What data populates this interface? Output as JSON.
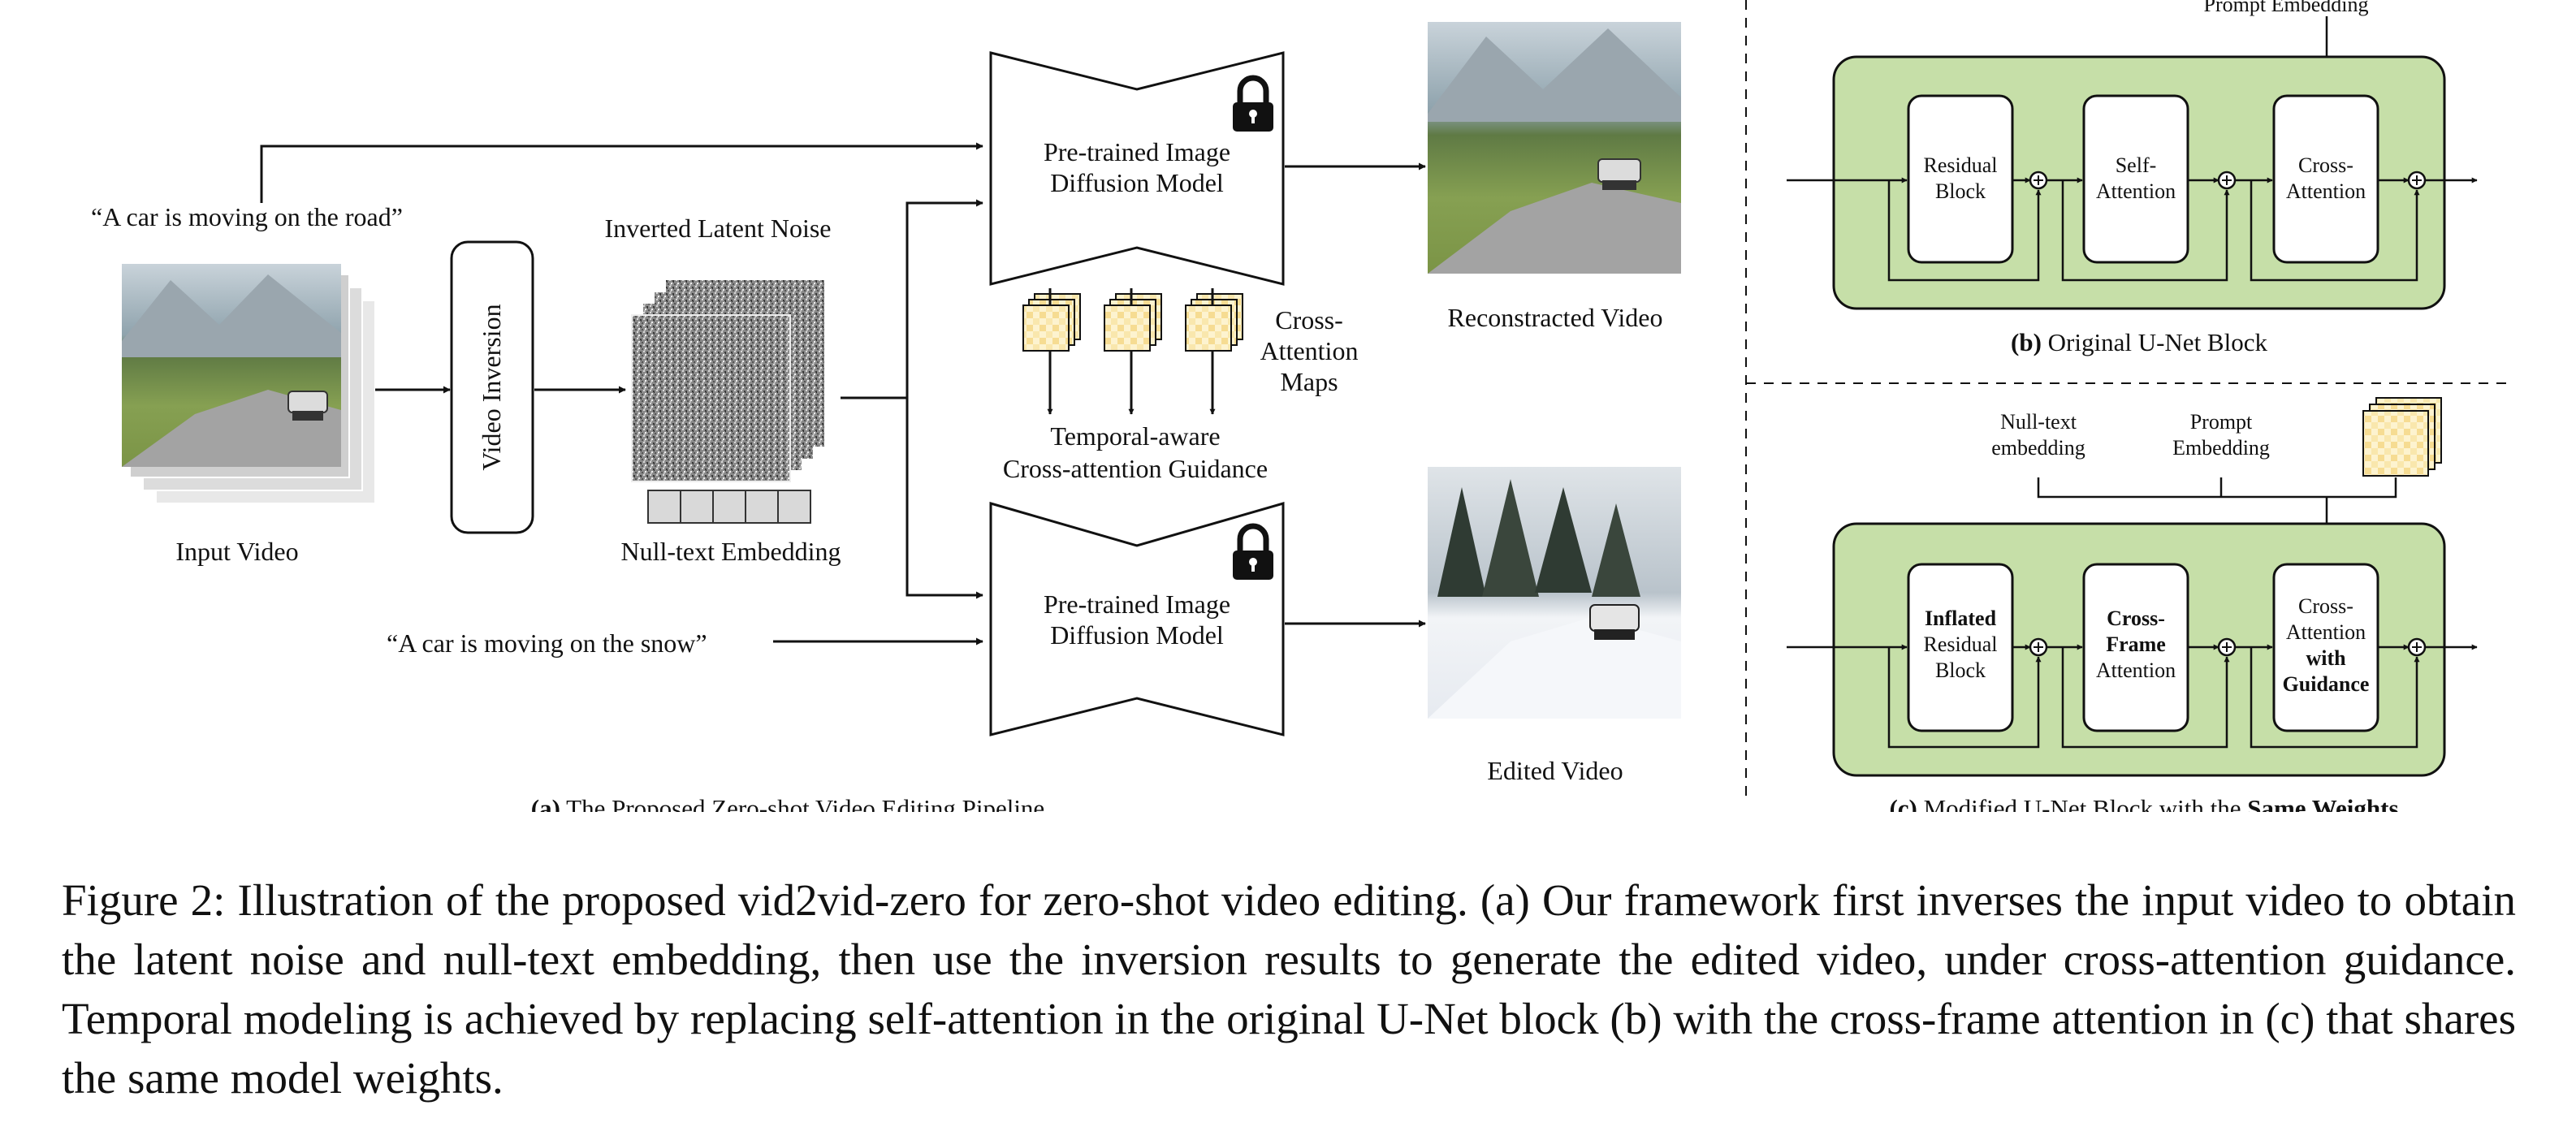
{
  "pipeline": {
    "prompt_source": "“A car is moving on the road”",
    "prompt_target": "“A car is moving on the snow”",
    "input_video_label": "Input Video",
    "video_inversion_label": "Video Inversion",
    "inverted_noise_label": "Inverted Latent Noise",
    "null_text_label": "Null-text Embedding",
    "model_line1": "Pre-trained Image",
    "model_line2": "Diffusion Model",
    "cross_attention_maps": [
      "Cross-",
      "Attention",
      "Maps"
    ],
    "guidance_line1": "Temporal-aware",
    "guidance_line2": "Cross-attention Guidance",
    "reconstructed_label": "Reconstracted Video",
    "edited_label": "Edited Video",
    "caption_tag": "(a)",
    "caption_text": " The Proposed Zero-shot Video Editing Pipeline"
  },
  "original_block": {
    "prompt_embedding": "Prompt Embedding",
    "residual": [
      "Residual",
      "Block"
    ],
    "self_attention": [
      "Self-",
      "Attention"
    ],
    "cross_attention": [
      "Cross-",
      "Attention"
    ],
    "caption_tag": "(b)",
    "caption_text": " Original U-Net Block"
  },
  "modified_block": {
    "null_text": [
      "Null-text",
      "embedding"
    ],
    "prompt": [
      "Prompt",
      "Embedding"
    ],
    "residual_bold": "Inflated",
    "residual": [
      "Residual",
      "Block"
    ],
    "crossframe_bold": [
      "Cross-",
      "Frame"
    ],
    "crossframe": "Attention",
    "crossattn": [
      "Cross-",
      "Attention"
    ],
    "crossattn_bold": [
      "with",
      "Guidance"
    ],
    "caption_tag": "(c)",
    "caption_text": " Modified U-Net Block with the ",
    "caption_bold": "Same Weights"
  },
  "figure_caption": "Figure 2: Illustration of the proposed vid2vid-zero for zero-shot video editing. (a) Our framework first inverses the input video to obtain the latent noise and null-text embedding, then use the inversion results to generate the edited video, under cross-attention guidance. Temporal modeling is achieved by replacing self-attention in the original U-Net block (b) with the cross-frame attention in (c) that shares the same model weights.",
  "colors": {
    "block_fill": "#c6dfa8",
    "heatmap_light": "#fdf3cf",
    "heatmap_dark": "#f2c66b",
    "null_cell": "#d9d9d9",
    "sky": "#cfd8de",
    "grass": "#7f9a4e",
    "road": "#9a9a9a",
    "snow": "#eef1f5"
  }
}
